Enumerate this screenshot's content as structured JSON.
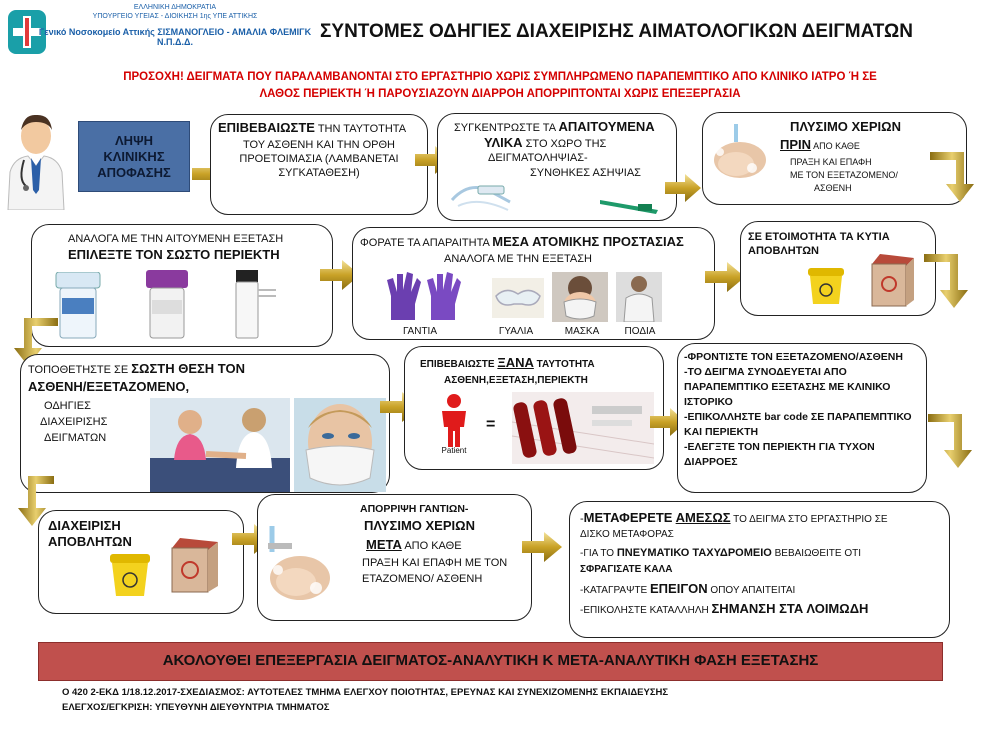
{
  "header": {
    "logo_line1": "ΕΛΛΗΝΙΚΗ ΔΗΜΟΚΡΑΤΙΑ",
    "logo_line2": "ΥΠΟΥΡΓΕΙΟ ΥΓΕΙΑΣ - ΔΙΟΙΚΗΣΗ 1ης ΥΠΕ ΑΤΤΙΚΗΣ",
    "logo_line3": "Γενικό Νοσοκομείο Αττικής ΣΙΣΜΑΝΟΓΛΕΙΟ - ΑΜΑΛΙΑ ΦΛΕΜΙΓΚ Ν.Π.Δ.Δ.",
    "title": "ΣΥΝΤΟΜΕΣ ΟΔΗΓΙΕΣ ΔΙΑΧΕΙΡΙΣΗΣ ΑΙΜΑΤΟΛΟΓΙΚΩΝ ΔΕΙΓΜΑΤΩΝ",
    "warning_line1": "ΠΡΟΣΟΧΗ! ΔΕΙΓΜΑΤΑ ΠΟΥ ΠΑΡΑΛΑΜΒΑΝΟΝΤΑΙ ΣΤΟ ΕΡΓΑΣΤΗΡΙΟ ΧΩΡΙΣ ΣΥΜΠΛΗΡΩΜΕΝΟ ΠΑΡΑΠΕΜΠΤΙΚΟ ΑΠΟ ΚΛΙΝΙΚΟ ΙΑΤΡΟ Ή ΣΕ",
    "warning_line2": "ΛΑΘΟΣ ΠΕΡΙΕΚΤΗ Ή ΠΑΡΟΥΣΙΑΖΟΥΝ ΔΙΑΡΡΟΗ ΑΠΟΡΡΙΠΤΟΝΤΑΙ ΧΩΡΙΣ ΕΠΕΞΕΡΓΑΣΙΑ"
  },
  "step_decision": {
    "line1": "ΛΗΨΗ",
    "line2": "ΚΛΙΝΙΚΗΣ",
    "line3": "ΑΠΟΦΑΣΗΣ"
  },
  "step_identity": {
    "bold": "ΕΠΙΒΕΒΑΙΩΣΤΕ",
    "rest1": " ΤΗΝ ΤΑΥΤΟΤΗΤΑ",
    "line2": "ΤΟΥ ΑΣΘΕΝΗ ΚΑΙ ΤΗΝ ΟΡΘΗ",
    "line3": "ΠΡΟΕΤΟΙΜΑΣΙΑ (ΛΑΜΒΑΝΕΤΑΙ",
    "line4": "ΣΥΓΚΑΤΑΘΕΣΗ)"
  },
  "step_materials": {
    "pre": "ΣΥΓΚΕΝΤΡΩΣΤΕ ΤΑ ",
    "bold1": "ΑΠΑΙΤΟΥΜΕΝΑ",
    "bold2": "ΥΛΙΚΑ",
    "rest2": " ΣΤΟ ΧΩΡΟ ΤΗΣ",
    "line3": "ΔΕΙΓΜΑΤΟΛΗΨΙΑΣ-",
    "line4": "ΣΥΝΘΗΚΕΣ ΑΣΗΨΙΑΣ"
  },
  "step_handwash1": {
    "bold": "ΠΛΥΣΙΜΟ  ΧΕΡΙΩΝ",
    "bold_u": "ΠΡΙΝ",
    "rest": " ΑΠΟ ΚΑΘΕ",
    "line3": "ΠΡΑΞΗ ΚΑΙ ΕΠΑΦΗ",
    "line4": "ΜΕ ΤΟΝ ΕΞΕΤΑΖΟΜΕΝΟ/",
    "line5": "ΑΣΘΕΝΗ"
  },
  "step_container": {
    "line1": "ΑΝΑΛΟΓΑ ΜΕ ΤΗΝ ΑΙΤΟΥΜΕΝΗ ΕΞΕΤΑΣΗ",
    "line2": "ΕΠΙΛΕΞΤΕ ΤΟΝ ΣΩΣΤΟ ΠΕΡΙΕΚΤΗ"
  },
  "step_ppe": {
    "pre": "ΦΟΡΑΤΕ ΤΑ ΑΠΑΡΑΙΤΗΤΑ ",
    "bold": "ΜΕΣΑ ΑΤΟΜΙΚΗΣ ΠΡΟΣΤΑΣΙΑΣ",
    "line2": "ΑΝΑΛΟΓΑ ΜΕ ΤΗΝ ΕΞΕΤΑΣΗ",
    "items": [
      "ΓΑΝΤΙΑ",
      "ΓΥΑΛΙΑ",
      "ΜΑΣΚΑ",
      "ΠΟΔΙΑ"
    ]
  },
  "step_bins": {
    "line1": "ΣΕ ΕΤΟΙΜΟΤΗΤΑ ΤΑ ΚΥΤΙΑ",
    "line2": "ΑΠΟΒΛΗΤΩΝ"
  },
  "step_position": {
    "pre": "ΤΟΠΟΘΕΤΗΣΤΕ ΣΕ ",
    "bold1": "ΣΩΣΤΗ ΘΕΣΗ ΤΟΝ",
    "bold2": "ΑΣΘΕΝΗ/ΕΞΕΤΑΖΟΜΕΝΟ,",
    "line3": "ΟΔΗΓΙΕΣ",
    "line4": "ΔΙΑΧΕΙΡΙΣΗΣ",
    "line5": "ΔΕΙΓΜΑΤΩΝ"
  },
  "step_verify": {
    "pre": "ΕΠΙΒΕΒΑΙΩΣΤΕ ",
    "bold": "ΞΑΝΑ",
    "rest": " ΤΑΥΤΟΤΗΤΑ",
    "line2": "ΑΣΘΕΝΗ,ΕΞΕΤΑΣΗ,ΠΕΡΙΕΚΤΗ",
    "patient_label": "Patient",
    "equals": "="
  },
  "step_checklist": {
    "lines": [
      "-ΦΡΟΝΤΙΣΤΕ ΤΟΝ ΕΞΕΤΑΖΟΜΕΝΟ/ΑΣΘΕΝΗ",
      "-ΤΟ ΔΕΙΓΜΑ ΣΥΝΟΔΕΥΕΤΑΙ ΑΠΟ",
      "ΠΑΡΑΠΕΜΠΤΙΚΟ ΕΞΕΤΑΣΗΣ ΜΕ ΚΛΙΝΙΚΟ",
      "ΙΣΤΟΡΙΚΟ",
      "-ΕΠΙΚΟΛΛΗΣΤΕ bar code ΣΕ ΠΑΡΑΠΕΜΠΤΙΚΟ",
      "ΚΑΙ ΠΕΡΙΕΚΤΗ",
      "-ΕΛΕΓΞΤΕ ΤΟΝ ΠΕΡΙΕΚΤΗ ΓΙΑ ΤΥΧΟΝ",
      "ΔΙΑΡΡΟΕΣ"
    ]
  },
  "step_waste": {
    "line1": "ΔΙΑΧΕΙΡΙΣΗ",
    "line2": "ΑΠΟΒΛΗΤΩΝ"
  },
  "step_handwash2": {
    "line1": "ΑΠΟΡΡΙΨΗ ΓΑΝΤΙΩΝ-",
    "line2": "ΠΛΥΣΙΜΟ ΧΕΡΙΩΝ",
    "bold_u": "ΜΕΤΑ",
    "rest": " ΑΠΟ ΚΑΘΕ",
    "line4": "ΠΡΑΞΗ ΚΑΙ ΕΠΑΦΗ ΜΕ  ΤΟΝ",
    "line5": "ΕΤΑΖΟΜΕΝΟ/ ΑΣΘΕΝΗ"
  },
  "step_transport": {
    "l1_pre": "-",
    "l1_bold": "ΜΕΤΑΦΕΡΕΤΕ ",
    "l1_bold_u": "ΑΜΕΣΩΣ",
    "l1_rest": " ΤΟ ΔΕΙΓΜΑ ΣΤΟ ΕΡΓΑΣΤΗΡΙΟ ΣΕ",
    "l2": "ΔΙΣΚΟ ΜΕΤΑΦΟΡΑΣ",
    "l3_pre": "-ΓΙΑ ΤΟ ",
    "l3_bold": "ΠΝΕΥΜΑΤΙΚΟ ΤΑΧΥΔΡΟΜΕΙΟ",
    "l3_rest": " ΒΕΒΑΙΩΘΕΙΤΕ ΟΤΙ",
    "l4": "ΣΦΡΑΓΙΣΑΤΕ ΚΑΛΑ",
    "l5_pre": "-ΚΑΤΑΓΡΑΨΤΕ ",
    "l5_bold": "ΕΠΕΙΓΟΝ",
    "l5_rest": " ΟΠΟΥ ΑΠΑΙΤΕΙΤΑΙ",
    "l6_pre": "-ΕΠΙΚΟΛΗΣΤΕ ΚΑΤΑΛΛΗΛΗ ",
    "l6_bold": "ΣΗΜΑΝΣΗ ΣΤΑ ΛΟΙΜΩΔΗ"
  },
  "banner": "ΑΚΟΛΟΥΘΕΙ ΕΠΕΞΕΡΓΑΣΙΑ ΔΕΙΓΜΑΤΟΣ-ΑΝΑΛΥΤΙΚΗ Κ ΜΕΤΑ-ΑΝΑΛΥΤΙΚΗ ΦΑΣΗ ΕΞΕΤΑΣΗΣ",
  "footer": {
    "line1": "Ο 420 2-ΕΚΔ 1/18.12.2017-ΣΧΕΔΙΑΣΜΟΣ:  ΑΥΤΟΤΕΛΕΣ ΤΜΗΜΑ ΕΛΕΓΧΟΥ ΠΟΙΟΤΗΤΑΣ, ΕΡΕΥΝΑΣ  ΚΑΙ ΣΥΝΕΧΙΖΟΜΕΝΗΣ  ΕΚΠΑΙΔΕΥΣΗΣ",
    "line2": "ΕΛΕΓΧΟΣ/ΕΓΚΡΙΣΗ: ΥΠΕΥΘΥΝΗ  ΔΙΕΥΘΥΝΤΡΙΑ ΤΜΗΜΑΤΟΣ"
  },
  "colors": {
    "decision_box": "#4a6fa5",
    "arrow_gold": "#c9a227",
    "banner": "#c0504d",
    "warning_red": "#d40000",
    "logo_blue": "#1a5fa8"
  }
}
